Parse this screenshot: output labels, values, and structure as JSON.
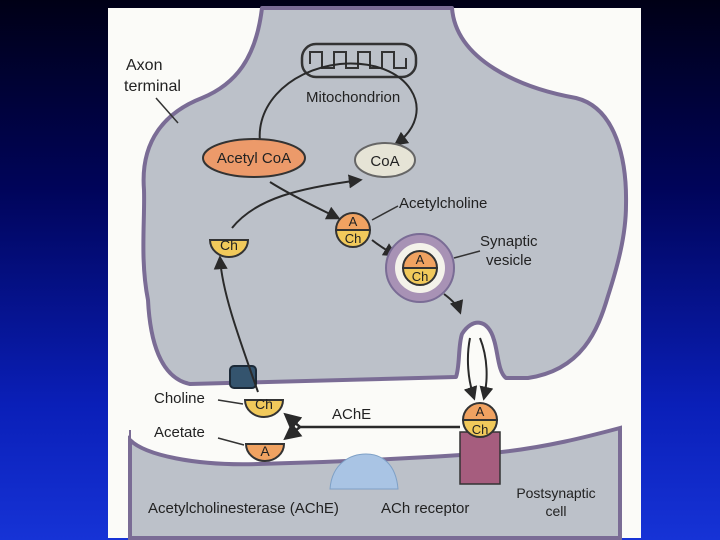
{
  "labels": {
    "axon_terminal_1": "Axon",
    "axon_terminal_2": "terminal",
    "mitochondrion": "Mitochondrion",
    "acetyl_coa": "Acetyl CoA",
    "coa": "CoA",
    "acetylcholine": "Acetylcholine",
    "synaptic_vesicle_1": "Synaptic",
    "synaptic_vesicle_2": "vesicle",
    "choline": "Choline",
    "acetate": "Acetate",
    "ache": "AChE",
    "acetylcholinesterase": "Acetylcholinesterase (AChE)",
    "ach_receptor": "ACh receptor",
    "postsynaptic_1": "Postsynaptic",
    "postsynaptic_2": "cell"
  },
  "molecules": {
    "a": "A",
    "ch": "Ch"
  },
  "colors": {
    "membrane": "#b8bec6",
    "membrane_outline": "#7a6c95",
    "acetyl_coa_fill": "#ec9a6a",
    "coa_fill": "#e6e4d6",
    "choline_fill": "#f1c95b",
    "acetate_fill": "#f0a261",
    "receptor": "#a65d7e",
    "enzyme": "#a9c4e4",
    "transporter": "#34546e"
  }
}
